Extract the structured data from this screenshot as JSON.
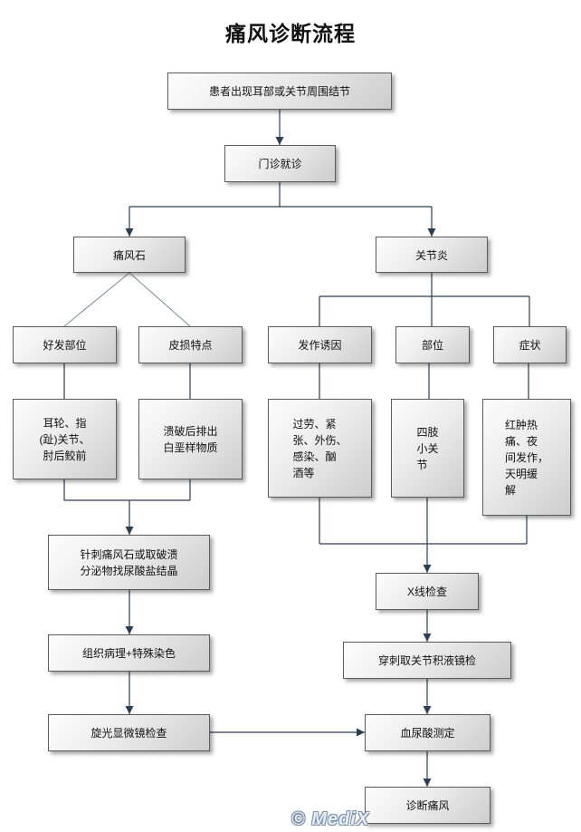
{
  "title": "痛风诊断流程",
  "colors": {
    "line": "#2d3e50",
    "branch_line": "#7d8a96"
  },
  "nodes": {
    "start": "患者出现耳部或关节周围结节",
    "clinic": "门诊就诊",
    "tophus": "痛风石",
    "arthritis": "关节炎",
    "tophus_site": "好发部位",
    "tophus_lesion": "皮损特点",
    "arthritis_trigger": "发作诱因",
    "arthritis_site": "部位",
    "arthritis_symptom": "症状",
    "tophus_site_detail": [
      "耳轮、指",
      "(趾)关节、",
      "肘后鲛前"
    ],
    "tophus_lesion_detail": [
      "溃破后排出",
      "白垩样物质"
    ],
    "trigger_detail": [
      "过劳、紧",
      "张、外伤、",
      "感染、酗",
      "酒等"
    ],
    "site_detail": [
      "四肢",
      "小关",
      "节"
    ],
    "symptom_detail": [
      "红肿热",
      "痛、夜",
      "间发作，",
      "天明缓",
      "解"
    ],
    "needle_tophus": [
      "针刺痛风石或取破溃",
      "分泌物找尿酸盐结晶"
    ],
    "histopathology": "组织病理+特殊染色",
    "polarized_microscopy": "旋光显微镜检查",
    "xray": "X线检查",
    "joint_aspiration": "穿刺取关节积液镜检",
    "serum_uric_acid": "血尿酸测定",
    "diagnosis": "诊断痛风"
  },
  "watermark": "© MediX"
}
